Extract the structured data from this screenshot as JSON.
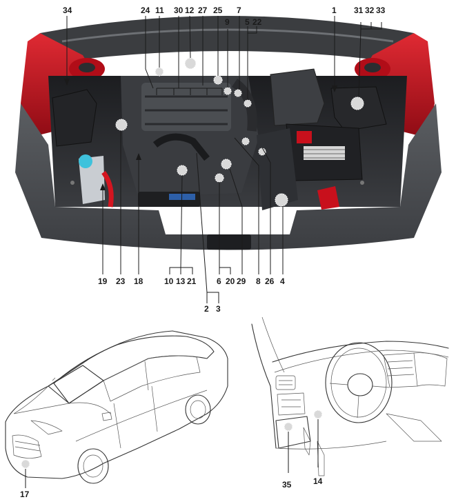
{
  "callouts": [
    {
      "id": "n34",
      "label": "34"
    },
    {
      "id": "n24",
      "label": "24"
    },
    {
      "id": "n11",
      "label": "11"
    },
    {
      "id": "n30",
      "label": "30"
    },
    {
      "id": "n12",
      "label": "12"
    },
    {
      "id": "n27",
      "label": "27"
    },
    {
      "id": "n25",
      "label": "25"
    },
    {
      "id": "n7",
      "label": "7"
    },
    {
      "id": "n9",
      "label": "9"
    },
    {
      "id": "n5",
      "label": "5"
    },
    {
      "id": "n22",
      "label": "22"
    },
    {
      "id": "n1",
      "label": "1"
    },
    {
      "id": "n31",
      "label": "31"
    },
    {
      "id": "n32",
      "label": "32"
    },
    {
      "id": "n33",
      "label": "33"
    },
    {
      "id": "n19",
      "label": "19"
    },
    {
      "id": "n23",
      "label": "23"
    },
    {
      "id": "n18",
      "label": "18"
    },
    {
      "id": "n10",
      "label": "10"
    },
    {
      "id": "n13",
      "label": "13"
    },
    {
      "id": "n21",
      "label": "21"
    },
    {
      "id": "n6",
      "label": "6"
    },
    {
      "id": "n20",
      "label": "20"
    },
    {
      "id": "n8",
      "label": "8"
    },
    {
      "id": "n29",
      "label": "29"
    },
    {
      "id": "n26",
      "label": "26"
    },
    {
      "id": "n4",
      "label": "4"
    },
    {
      "id": "n2",
      "label": "2"
    },
    {
      "id": "n3",
      "label": "3"
    },
    {
      "id": "n17",
      "label": "17"
    },
    {
      "id": "n35",
      "label": "35"
    },
    {
      "id": "n14",
      "label": "14"
    }
  ],
  "colors": {
    "body_red": "#c8101c",
    "body_red_dark": "#8e0b14",
    "engine_dark": "#2b2d30",
    "cover_gray": "#4a4c4f",
    "callout_ink": "#1a1a1a"
  }
}
